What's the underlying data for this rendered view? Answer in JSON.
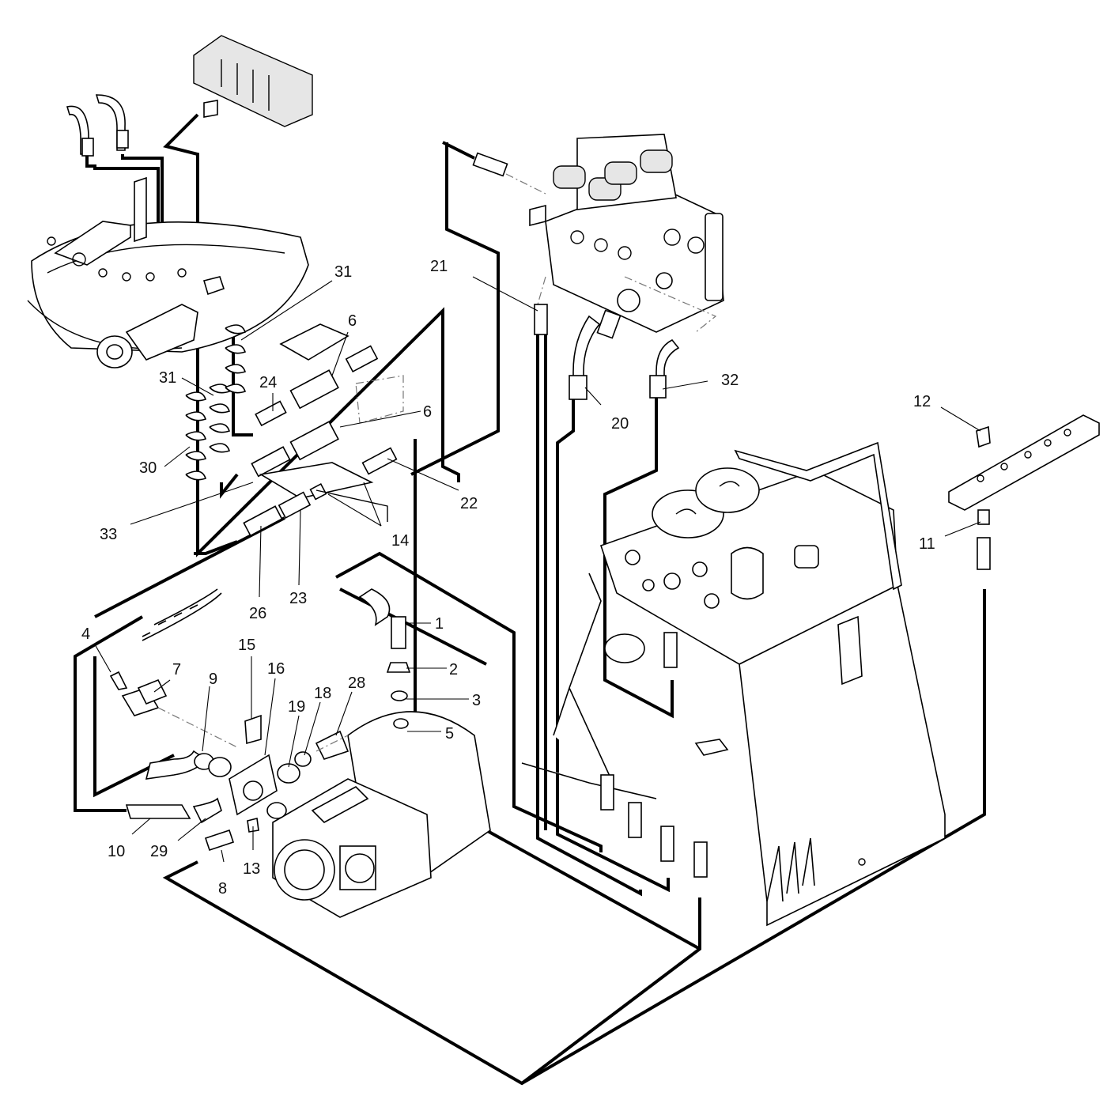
{
  "callouts": [
    {
      "id": "c1",
      "label": "1"
    },
    {
      "id": "c2",
      "label": "2"
    },
    {
      "id": "c3",
      "label": "3"
    },
    {
      "id": "c4",
      "label": "4"
    },
    {
      "id": "c5",
      "label": "5"
    },
    {
      "id": "c6a",
      "label": "6"
    },
    {
      "id": "c6b",
      "label": "6"
    },
    {
      "id": "c7",
      "label": "7"
    },
    {
      "id": "c8",
      "label": "8"
    },
    {
      "id": "c9",
      "label": "9"
    },
    {
      "id": "c10",
      "label": "10"
    },
    {
      "id": "c11",
      "label": "11"
    },
    {
      "id": "c12",
      "label": "12"
    },
    {
      "id": "c13",
      "label": "13"
    },
    {
      "id": "c14",
      "label": "14"
    },
    {
      "id": "c15",
      "label": "15"
    },
    {
      "id": "c16",
      "label": "16"
    },
    {
      "id": "c18",
      "label": "18"
    },
    {
      "id": "c19",
      "label": "19"
    },
    {
      "id": "c20",
      "label": "20"
    },
    {
      "id": "c21",
      "label": "21"
    },
    {
      "id": "c22",
      "label": "22"
    },
    {
      "id": "c23",
      "label": "23"
    },
    {
      "id": "c24",
      "label": "24"
    },
    {
      "id": "c26",
      "label": "26"
    },
    {
      "id": "c28",
      "label": "28"
    },
    {
      "id": "c29",
      "label": "29"
    },
    {
      "id": "c30",
      "label": "30"
    },
    {
      "id": "c31a",
      "label": "31"
    },
    {
      "id": "c31b",
      "label": "31"
    },
    {
      "id": "c32",
      "label": "32"
    },
    {
      "id": "c33",
      "label": "33"
    }
  ]
}
